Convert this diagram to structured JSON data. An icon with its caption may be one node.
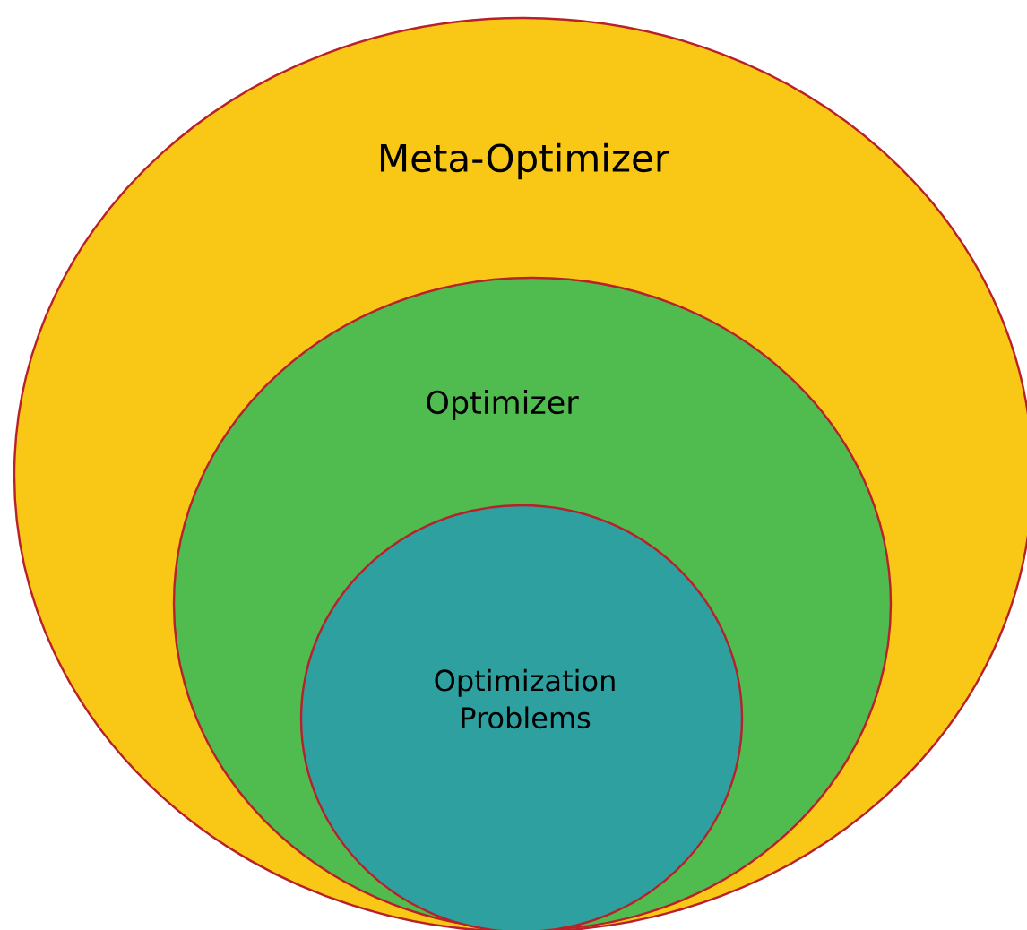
{
  "diagram": {
    "nodes": [
      {
        "text": [
          "Meta-Optimizer"
        ]
      },
      {
        "text": [
          "Optimizer"
        ],
        "in": 0
      },
      {
        "text": [
          "Optimization Problems"
        ],
        "in": 1
      }
    ]
  }
}
